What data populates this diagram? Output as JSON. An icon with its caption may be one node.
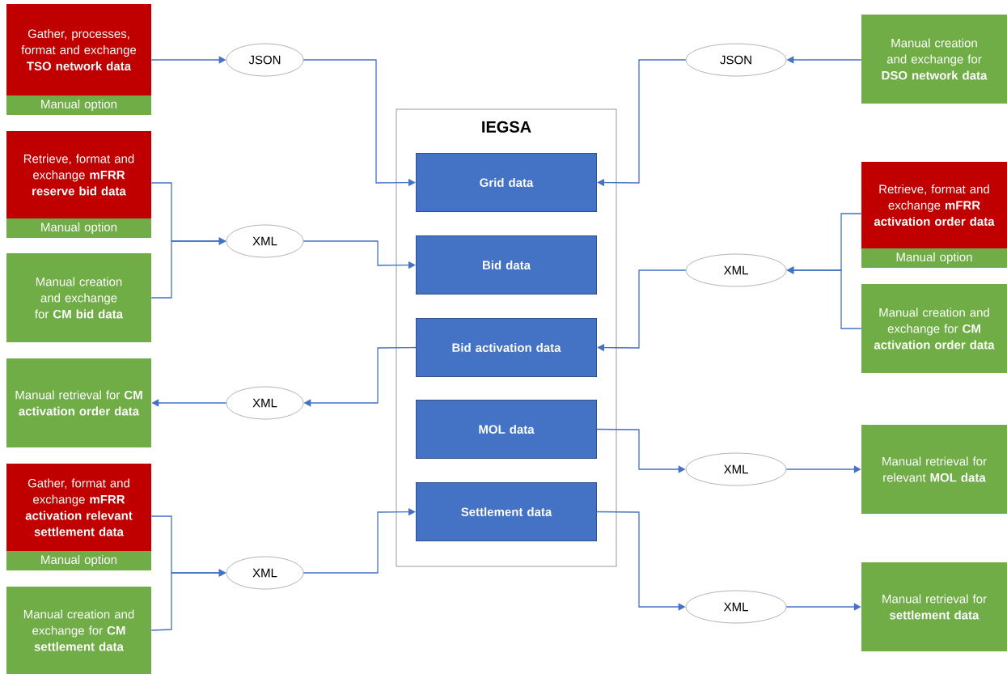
{
  "diagram": {
    "nodes": [
      {
        "text": [
          "Gather, processes, format and exchange **TSO network data**"
        ]
      },
      {
        "text": [
          "Manual option"
        ]
      },
      {
        "text": [
          "JSON"
        ]
      },
      {
        "text": [
          "IEGSA"
        ]
      },
      {
        "text": [
          "Grid data"
        ],
        "in": 3
      },
      {
        "text": [
          "Bid data"
        ],
        "in": 3
      },
      {
        "text": [
          "Bid activation data"
        ],
        "in": 3
      },
      {
        "text": [
          "MOL data"
        ],
        "in": 3
      },
      {
        "text": [
          "Settlement data"
        ],
        "in": 3
      },
      {
        "text": [
          "JSON"
        ]
      },
      {
        "text": [
          "Manual creation and exchange for **DSO network data**"
        ]
      },
      {
        "text": [
          "Retrieve, format and exchange **mFRR reserve bid data**"
        ]
      },
      {
        "text": [
          "Manual option"
        ]
      },
      {
        "text": [
          "Manual creation and exchange for **CM bid data**"
        ]
      },
      {
        "text": [
          "XML"
        ]
      },
      {
        "text": [
          "Retrieve, format and exchange **mFRR activation order data**"
        ]
      },
      {
        "text": [
          "Manual option"
        ]
      },
      {
        "text": [
          "Manual creation and exchange for **CM activation order data**"
        ]
      },
      {
        "text": [
          "XML"
        ]
      },
      {
        "text": [
          "XML"
        ]
      },
      {
        "text": [
          "Manual retrieval for **CM activation order data**"
        ]
      },
      {
        "text": [
          "XML"
        ]
      },
      {
        "text": [
          "Manual retrieval for relevant **MOL data**"
        ]
      },
      {
        "text": [
          "Gather, format and exchange **mFRR activation relevant settlement data**"
        ]
      },
      {
        "text": [
          "Manual option"
        ]
      },
      {
        "text": [
          "Manual creation and exchange for **CM settlement data**"
        ]
      },
      {
        "text": [
          "XML"
        ]
      },
      {
        "text": [
          "XML"
        ]
      },
      {
        "text": [
          "Manual retrieval for **settlement data**"
        ]
      }
    ],
    "edges": [
      {
        "from": 0,
        "to": 2,
        "arrow": "to"
      },
      {
        "from": 2,
        "to": 4,
        "arrow": "to"
      },
      {
        "from": 10,
        "to": 9,
        "arrow": "to"
      },
      {
        "from": 9,
        "to": 4,
        "arrow": "to"
      },
      {
        "from": 11,
        "to": 14,
        "arrow": "to"
      },
      {
        "from": 13,
        "to": 14,
        "arrow": "to"
      },
      {
        "from": 14,
        "to": 5,
        "arrow": "to"
      },
      {
        "from": 15,
        "to": 18,
        "arrow": "to"
      },
      {
        "from": 17,
        "to": 18,
        "arrow": "to"
      },
      {
        "from": 18,
        "to": 6,
        "arrow": "to"
      },
      {
        "from": 6,
        "to": 19,
        "arrow": "to"
      },
      {
        "from": 19,
        "to": 20,
        "arrow": "to"
      },
      {
        "from": 7,
        "to": 21,
        "arrow": "to"
      },
      {
        "from": 21,
        "to": 22,
        "arrow": "to"
      },
      {
        "from": 23,
        "to": 26,
        "arrow": "to"
      },
      {
        "from": 25,
        "to": 26,
        "arrow": "to"
      },
      {
        "from": 26,
        "to": 8,
        "arrow": "to"
      },
      {
        "from": 8,
        "to": 27,
        "arrow": "to"
      },
      {
        "from": 27,
        "to": 28,
        "arrow": "to"
      }
    ]
  }
}
